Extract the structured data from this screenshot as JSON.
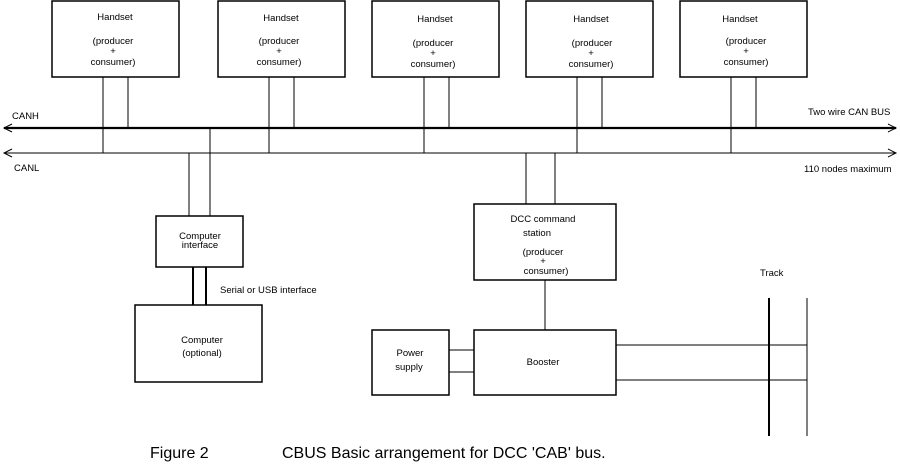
{
  "bus": {
    "canh_label": "CANH",
    "canl_label": "CANL",
    "right_top_label": "Two wire CAN BUS",
    "right_bottom_label": "110 nodes maximum"
  },
  "handsets": [
    {
      "title": "Handset",
      "line2": "(producer",
      "line3": "+",
      "line4": "consumer)"
    },
    {
      "title": "Handset",
      "line2": "(producer",
      "line3": "+",
      "line4": "consumer)"
    },
    {
      "title": "Handset",
      "line2": "(producer",
      "line3": "+",
      "line4": "consumer)"
    },
    {
      "title": "Handset",
      "line2": "(producer",
      "line3": "+",
      "line4": "consumer)"
    },
    {
      "title": "Handset",
      "line2": "(producer",
      "line3": "+",
      "line4": "consumer)"
    }
  ],
  "computer_interface": {
    "line1": "Computer",
    "line2": "interface"
  },
  "serial_label": "Serial or USB interface",
  "computer": {
    "line1": "Computer",
    "line2": "(optional)"
  },
  "dcc_station": {
    "line1": "DCC command",
    "line2": "station",
    "line3": "(producer",
    "line4": "+",
    "line5": "consumer)"
  },
  "power_supply": {
    "line1": "Power",
    "line2": "supply"
  },
  "booster": {
    "label": "Booster"
  },
  "track_label": "Track",
  "caption": {
    "figure": "Figure 2",
    "text": "CBUS  Basic arrangement for DCC 'CAB' bus."
  }
}
